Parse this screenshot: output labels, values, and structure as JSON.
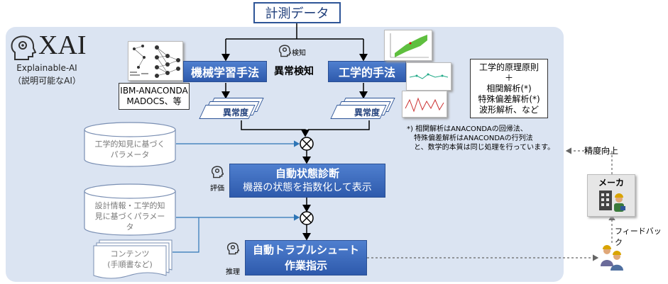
{
  "top_box": "計測データ",
  "xai": {
    "title": "XAI",
    "subtitle": "Explainable-AI",
    "subtitle_jp": "（説明可能なAI）"
  },
  "ml_method": "機械学習手法",
  "anomaly_detection": {
    "tag": "検知",
    "label": "異常検知"
  },
  "eng_method": "工学的手法",
  "ibm_note": {
    "line1": "IBM-ANACONDA",
    "line2": "MADOCS、等"
  },
  "anomaly_left": "異常度",
  "anomaly_right": "異常度",
  "eng_note": {
    "line1": "工学的原理原則",
    "line2": "＋",
    "line3": "相関解析(*)",
    "line4": "特殊偏差解析(*)",
    "line5": "波形解析、など"
  },
  "footnote": {
    "line1": "*) 相関解析はANACONDAの回帰法、",
    "line2": "特殊偏差解析はANACONDAの行列法",
    "line3": "と、数学的本質は同じ処理を行っています。"
  },
  "db1": {
    "line1": "工学的知見に基づく",
    "line2": "パラメータ"
  },
  "db2": {
    "line1": "設計情報・工学的知",
    "line2": "見に基づくパラメー",
    "line3": "タ"
  },
  "contents": {
    "line1": "コンテンツ",
    "line2": "(手順書など)"
  },
  "diagnosis": {
    "tag": "評価",
    "line1": "自動状態診断",
    "line2": "機器の状態を指数化して表示"
  },
  "trouble": {
    "tag": "推理",
    "line1": "自動トラブルシュート",
    "line2": "作業指示"
  },
  "accuracy": "精度向上",
  "maker": "メーカ",
  "feedback": "フィードバック"
}
